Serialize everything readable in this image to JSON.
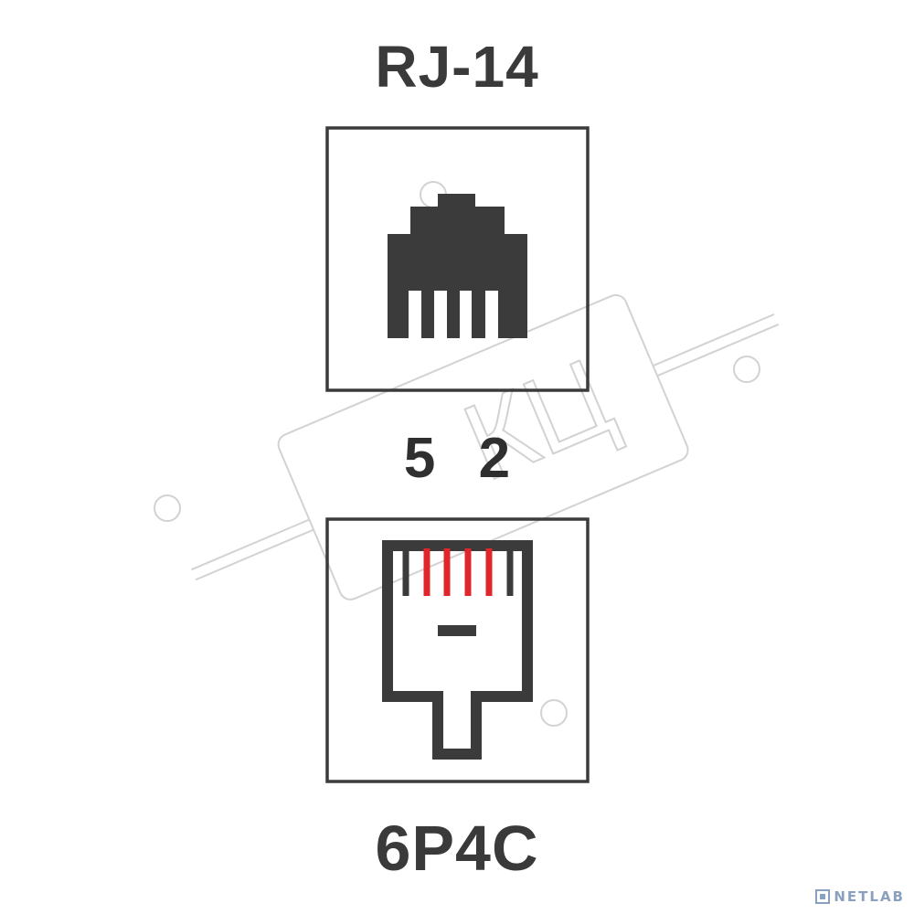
{
  "top_title": "RJ-14",
  "middle_numbers": "5 2",
  "bottom_title": "6P4C",
  "watermark": "КЦ",
  "logo_text": "NETLAB",
  "colors": {
    "text": "#3a3a3a",
    "socket_fill": "#3b3b3b",
    "plug_stroke": "#3b3b3b",
    "contact_red": "#e0252b",
    "watermark": "#d0d0d0",
    "logo": "#8aa0bf"
  },
  "icons": [
    "rj14-socket-icon",
    "6p4c-plug-icon",
    "watermark-stamp",
    "netlab-logo-icon"
  ]
}
